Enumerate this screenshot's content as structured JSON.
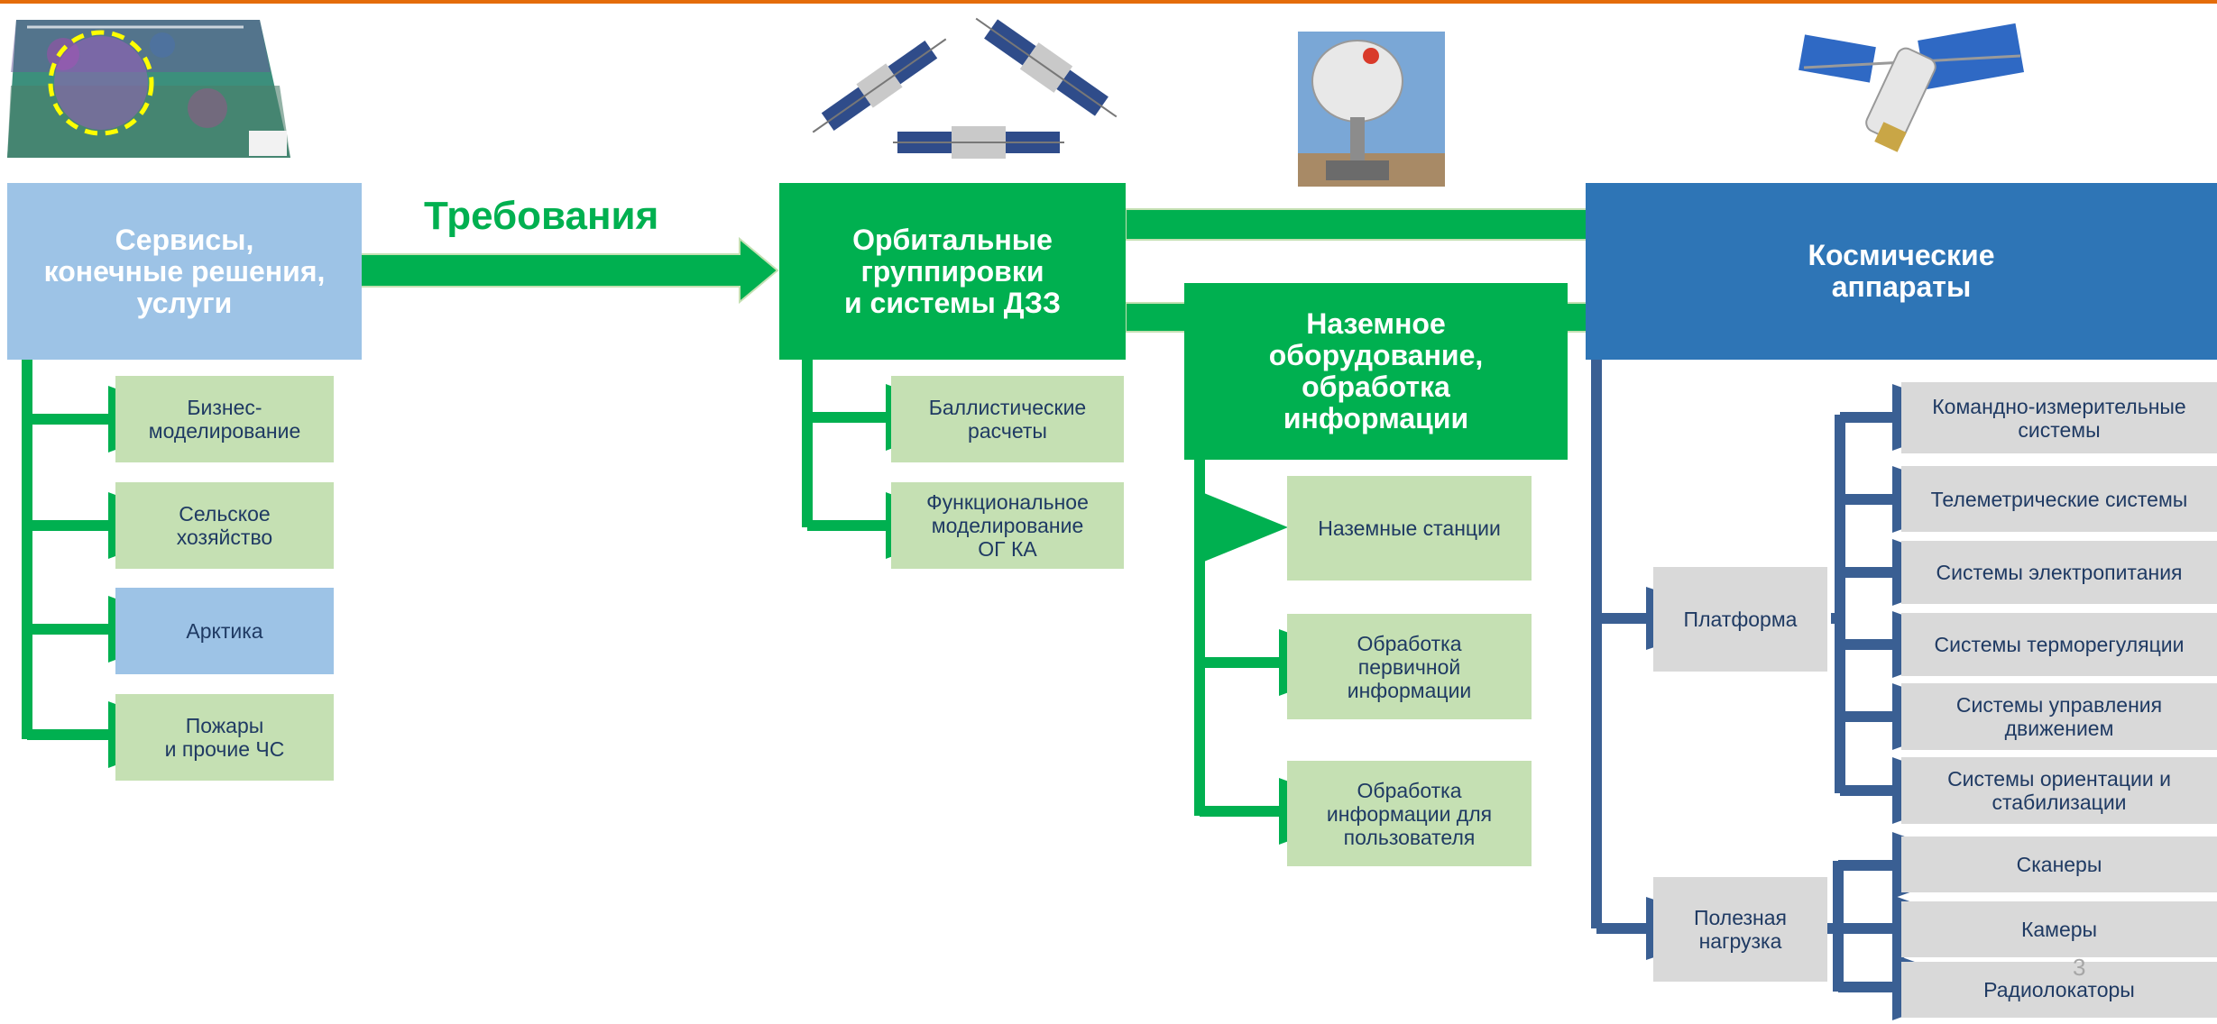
{
  "colors": {
    "green": "#00b050",
    "light_green": "#c5e0b3",
    "light_blue": "#9dc3e6",
    "blue": "#2e75b6",
    "dark_blue": "#3a5f93",
    "gray": "#d9d9d9",
    "accent_line": "#e46c0a"
  },
  "images": {
    "map": "map-image",
    "satellite_group": "satellites-image",
    "ground_antenna": "antenna-image",
    "spacecraft": "spacecraft-image"
  },
  "requirements_label": "Требования",
  "services": {
    "title": "Сервисы,\nконечные решения,\nуслуги",
    "items": [
      "Бизнес-\nмоделирование",
      "Сельское\nхозяйство",
      "Арктика",
      "Пожары\nи прочие ЧС"
    ]
  },
  "orbital": {
    "title": "Орбитальные\nгруппировки\nи системы ДЗЗ",
    "items": [
      "Баллистические\nрасчеты",
      "Функциональное\nмоделирование\nОГ КА"
    ]
  },
  "ground": {
    "title": "Наземное\nоборудование,\nобработка\nинформации",
    "items": [
      "Наземные станции",
      "Обработка\nпервичной\nинформации",
      "Обработка\nинформации для\nпользователя"
    ]
  },
  "spacecraft": {
    "title": "Космические\nаппараты",
    "platform": "Платформа",
    "payload": "Полезная\nнагрузка",
    "platform_items": [
      "Командно-измерительные\nсистемы",
      "Телеметрические системы",
      "Системы электропитания",
      "Системы терморегуляции",
      "Системы управления\nдвижением",
      "Системы ориентации и\nстабилизации"
    ],
    "payload_items": [
      "Сканеры",
      "Камеры",
      "Радиолокаторы"
    ]
  },
  "page_number": "3"
}
